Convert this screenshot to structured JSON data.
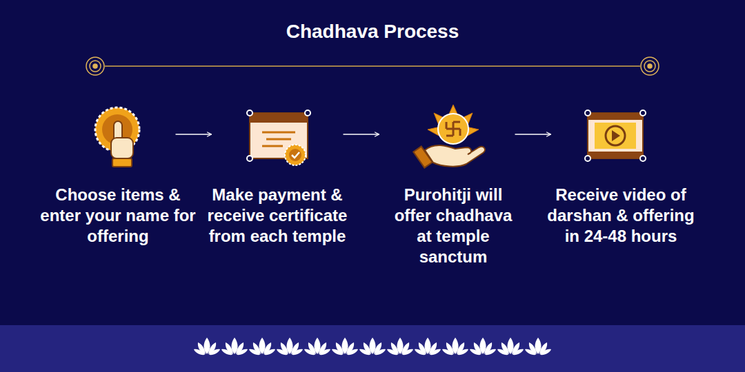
{
  "diagram": {
    "title": "Chadhava Process",
    "nodes": [
      {
        "text": [
          "Choose items & enter your name for offering"
        ]
      },
      {
        "text": [
          "Make payment & receive certificate from each temple"
        ]
      },
      {
        "text": [
          "Purohitji will offer chadhava at temple sanctum"
        ]
      },
      {
        "text": [
          "Receive video of darshan & offering in 24-48 hours"
        ]
      }
    ],
    "edges": [
      {
        "from": 0,
        "to": 1,
        "arrow": "to"
      },
      {
        "from": 1,
        "to": 2,
        "arrow": "to"
      },
      {
        "from": 2,
        "to": 3,
        "arrow": "to"
      }
    ]
  }
}
